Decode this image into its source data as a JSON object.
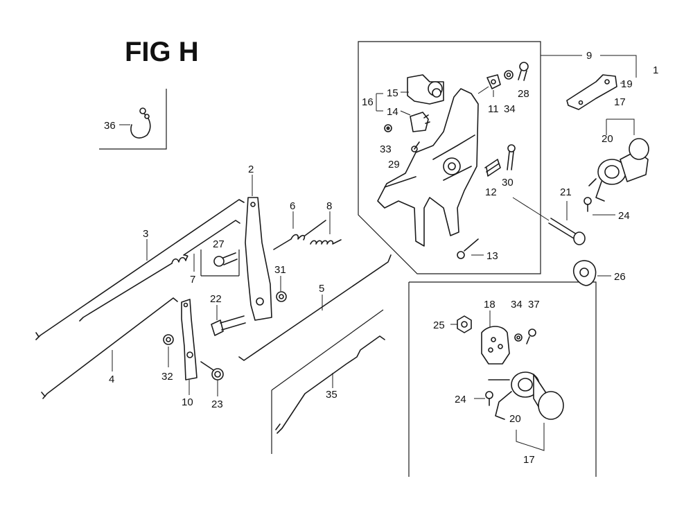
{
  "figure": {
    "title": "FIG H"
  },
  "callouts": {
    "p1": "1",
    "p2": "2",
    "p3": "3",
    "p4": "4",
    "p5": "5",
    "p6": "6",
    "p7": "7",
    "p8": "8",
    "p9": "9",
    "p10": "10",
    "p11": "11",
    "p12": "12",
    "p13": "13",
    "p14": "14",
    "p15": "15",
    "p16": "16",
    "p17a": "17",
    "p17b": "17",
    "p18": "18",
    "p19": "19",
    "p20a": "20",
    "p20b": "20",
    "p21": "21",
    "p22": "22",
    "p23": "23",
    "p24a": "24",
    "p24b": "24",
    "p25": "25",
    "p26": "26",
    "p27": "27",
    "p28": "28",
    "p29": "29",
    "p30": "30",
    "p31": "31",
    "p32": "32",
    "p33": "33",
    "p34a": "34",
    "p34b": "34",
    "p35": "35",
    "p36": "36",
    "p37": "37"
  }
}
